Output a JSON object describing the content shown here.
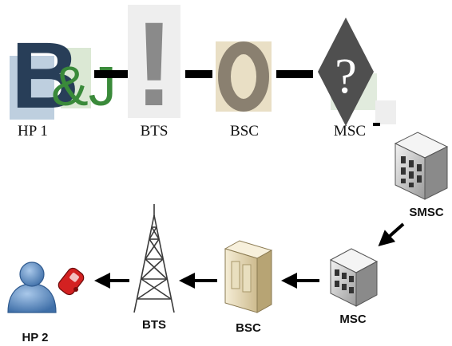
{
  "top_row": {
    "logo_letters": {
      "b": "B",
      "amp_j": "&J"
    },
    "glyphs": {
      "bts": "!",
      "bsc": "O",
      "msc": "?"
    },
    "labels": {
      "hp1": "HP 1",
      "bts": "BTS",
      "bsc": "BSC",
      "msc": "MSC"
    },
    "colors": {
      "b": "#283e58",
      "amp_j": "#3a8a3a",
      "bts": "#8a8a8a",
      "bsc": "#8a8070",
      "msc": "#4f4f4f"
    }
  },
  "bottom_row": {
    "labels": {
      "smsc": "SMSC",
      "msc": "MSC",
      "bsc": "BSC",
      "bts": "BTS",
      "hp2": "HP 2"
    },
    "flow": [
      "SMSC",
      "MSC",
      "BSC",
      "BTS",
      "HP 2"
    ]
  }
}
